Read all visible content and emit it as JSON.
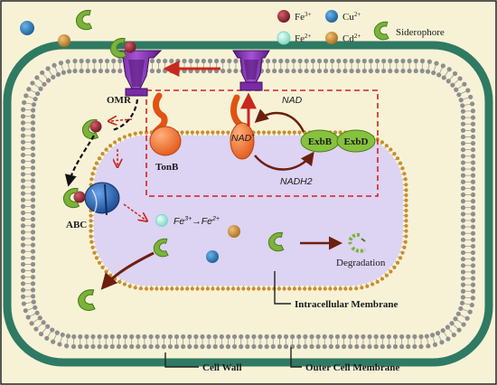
{
  "legend": [
    {
      "label": "Fe",
      "sup": "3+",
      "color": "#8b1f2c"
    },
    {
      "label": "Cu",
      "sup": "2+",
      "color": "#2a78b8"
    },
    {
      "label": "Siderophore",
      "sup": "",
      "color": "#7ab33a"
    },
    {
      "label": "Fe",
      "sup": "2+",
      "color": "#9fe8d8"
    },
    {
      "label": "Cd",
      "sup": "2+",
      "color": "#c98d32"
    }
  ],
  "labels": {
    "omr": "OMR",
    "tonb": "TonB",
    "abc": "ABC",
    "exbb": "ExbB",
    "exbd": "ExbD",
    "nad": "NAD",
    "nad_plus": "NAD",
    "nad_plus_sup": "+",
    "nadh2": "NADH2",
    "degradation": "Degradation",
    "intracellular_membrane": "Intracellular Membrane",
    "cell_wall": "Cell Wall",
    "outer_cell_membrane": "Outer Cell Membrane"
  },
  "reaction": {
    "left": "Fe",
    "left_sup": "3+",
    "arrow": "→",
    "right": "Fe",
    "right_sup": "2+"
  },
  "colors": {
    "background": "#f7f2d6",
    "cell_wall": "#2f7a62",
    "cytoplasm": "#ddd3f2",
    "lipid_head_outer": "#8e8e8e",
    "lipid_head_inner": "#c98d32",
    "omr": "#7a2aa6",
    "tonb": "#ee6a22",
    "exb": "#86c23e",
    "abc": "#1f5fb0",
    "arrow_red": "#c8281e",
    "arrow_brown": "#6d1f0f"
  }
}
